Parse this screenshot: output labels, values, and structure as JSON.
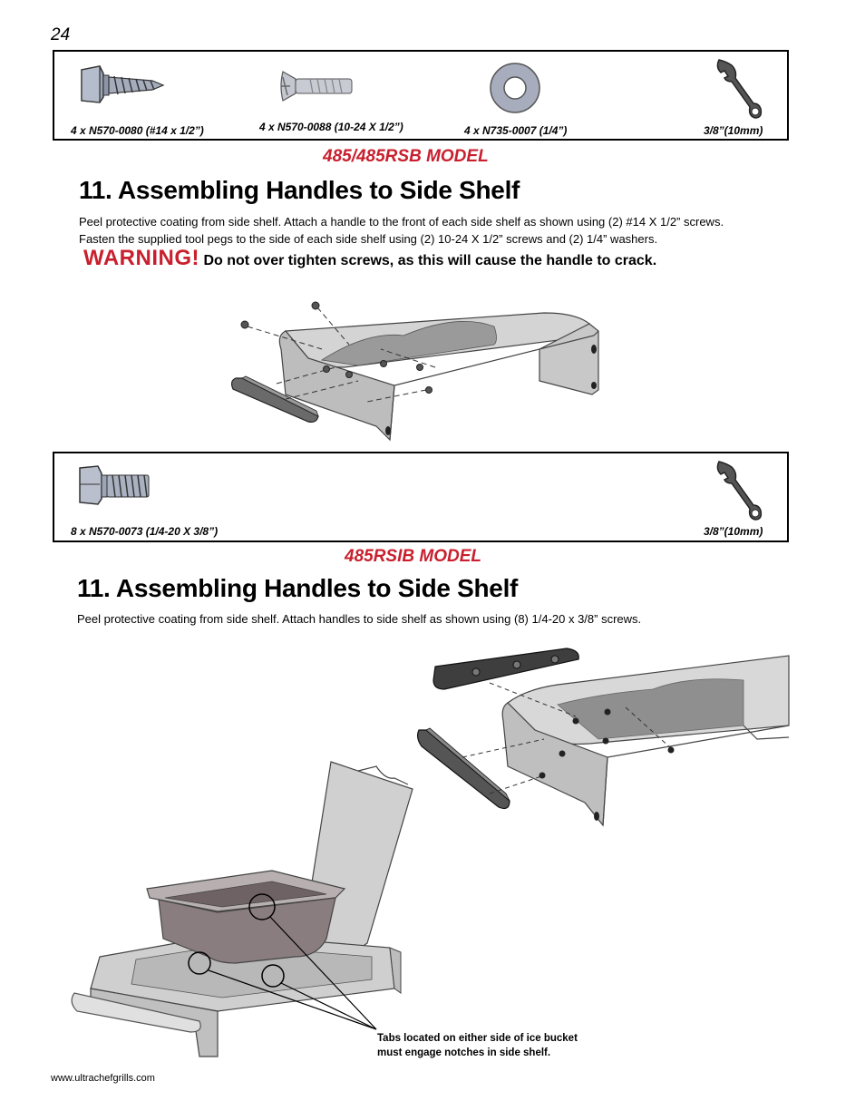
{
  "page_number": "24",
  "hardware_box_1": {
    "items": [
      {
        "label": "4 x N570-0080 (#14 x 1/2”)",
        "icon": "hex-wood-screw-icon"
      },
      {
        "label": "4 x N570-0088 (10-24 X 1/2”)",
        "icon": "flat-head-screw-icon"
      },
      {
        "label": "4 x N735-0007 (1/4”)",
        "icon": "washer-icon"
      },
      {
        "label": "3/8”(10mm)",
        "icon": "wrench-icon"
      }
    ]
  },
  "section_1": {
    "model": "485/485RSB MODEL",
    "title": "11. Assembling Handles to Side Shelf",
    "body_line_1": "Peel protective coating from side shelf. Attach a handle to the front of each side shelf as shown using (2) #14 X 1/2” screws.",
    "body_line_2": "Fasten the supplied tool pegs to the side of each side shelf using (2) 10-24 X 1/2” screws and (2) 1/4” washers.",
    "warning_word": "WARNING!",
    "warning_text": "Do not over tighten screws, as this will cause the handle to crack."
  },
  "hardware_box_2": {
    "items": [
      {
        "label": "8 x N570-0073 (1/4-20 X 3/8”)",
        "icon": "hex-bolt-icon"
      },
      {
        "label": "3/8”(10mm)",
        "icon": "wrench-icon"
      }
    ]
  },
  "section_2": {
    "model": "485RSIB MODEL",
    "title": "11.  Assembling Handles to Side Shelf",
    "body": "Peel protective coating from side shelf.  Attach handles to side shelf as shown using (8) 1/4-20 x 3/8” screws.",
    "note_line_1": "Tabs located on either side of ice bucket",
    "note_line_2": "must engage notches in side shelf."
  },
  "footer_url": "www.ultrachefgrills.com",
  "colors": {
    "accent_red": "#c8202e",
    "metal": "#c9c9c9",
    "handle": "#555555"
  }
}
